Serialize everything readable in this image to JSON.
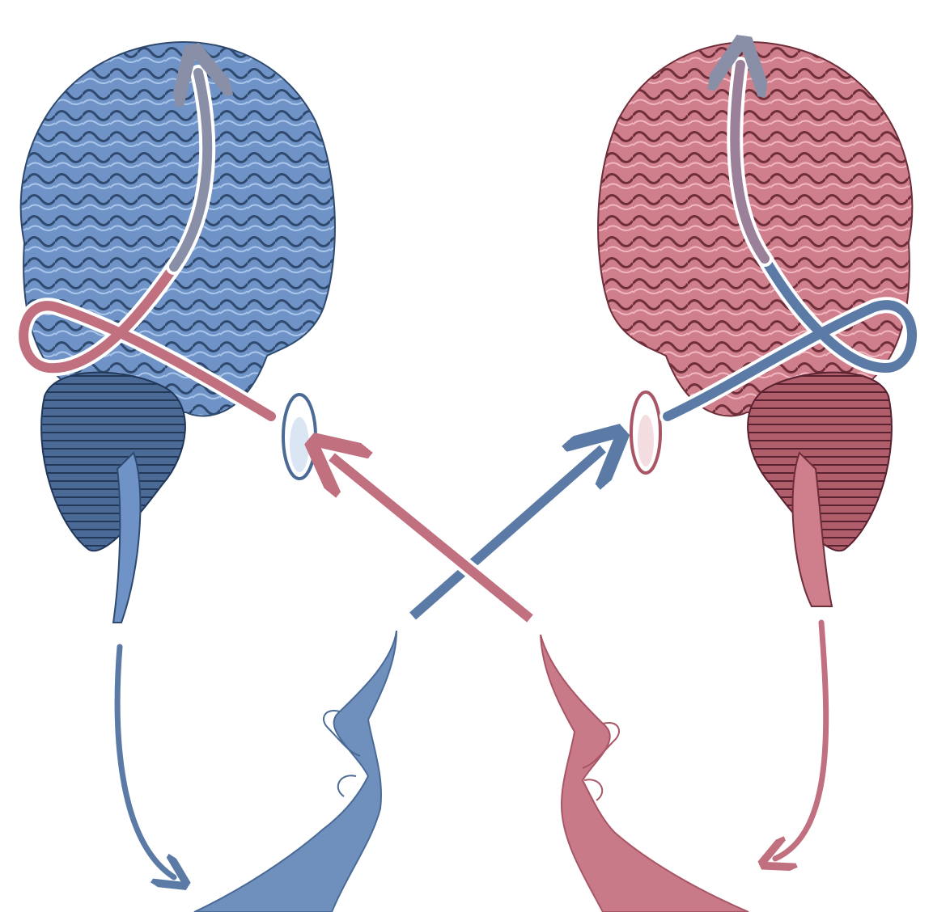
{
  "colors": {
    "blue": "#5b7ba6",
    "blue_light": "#8fb0de",
    "blue_dark": "#2f4a6e",
    "pink": "#c0707e",
    "pink_light": "#e39aa6",
    "pink_dark": "#6e2e3a",
    "white": "#ffffff"
  },
  "figure": {
    "left_person": {
      "brain": "brain-illustration",
      "eye": "eye-icon",
      "hand": "pointing-hand-icon",
      "color": "blue"
    },
    "right_person": {
      "brain": "brain-illustration",
      "eye": "eye-icon",
      "hand": "pointing-hand-icon",
      "color": "pink"
    }
  }
}
